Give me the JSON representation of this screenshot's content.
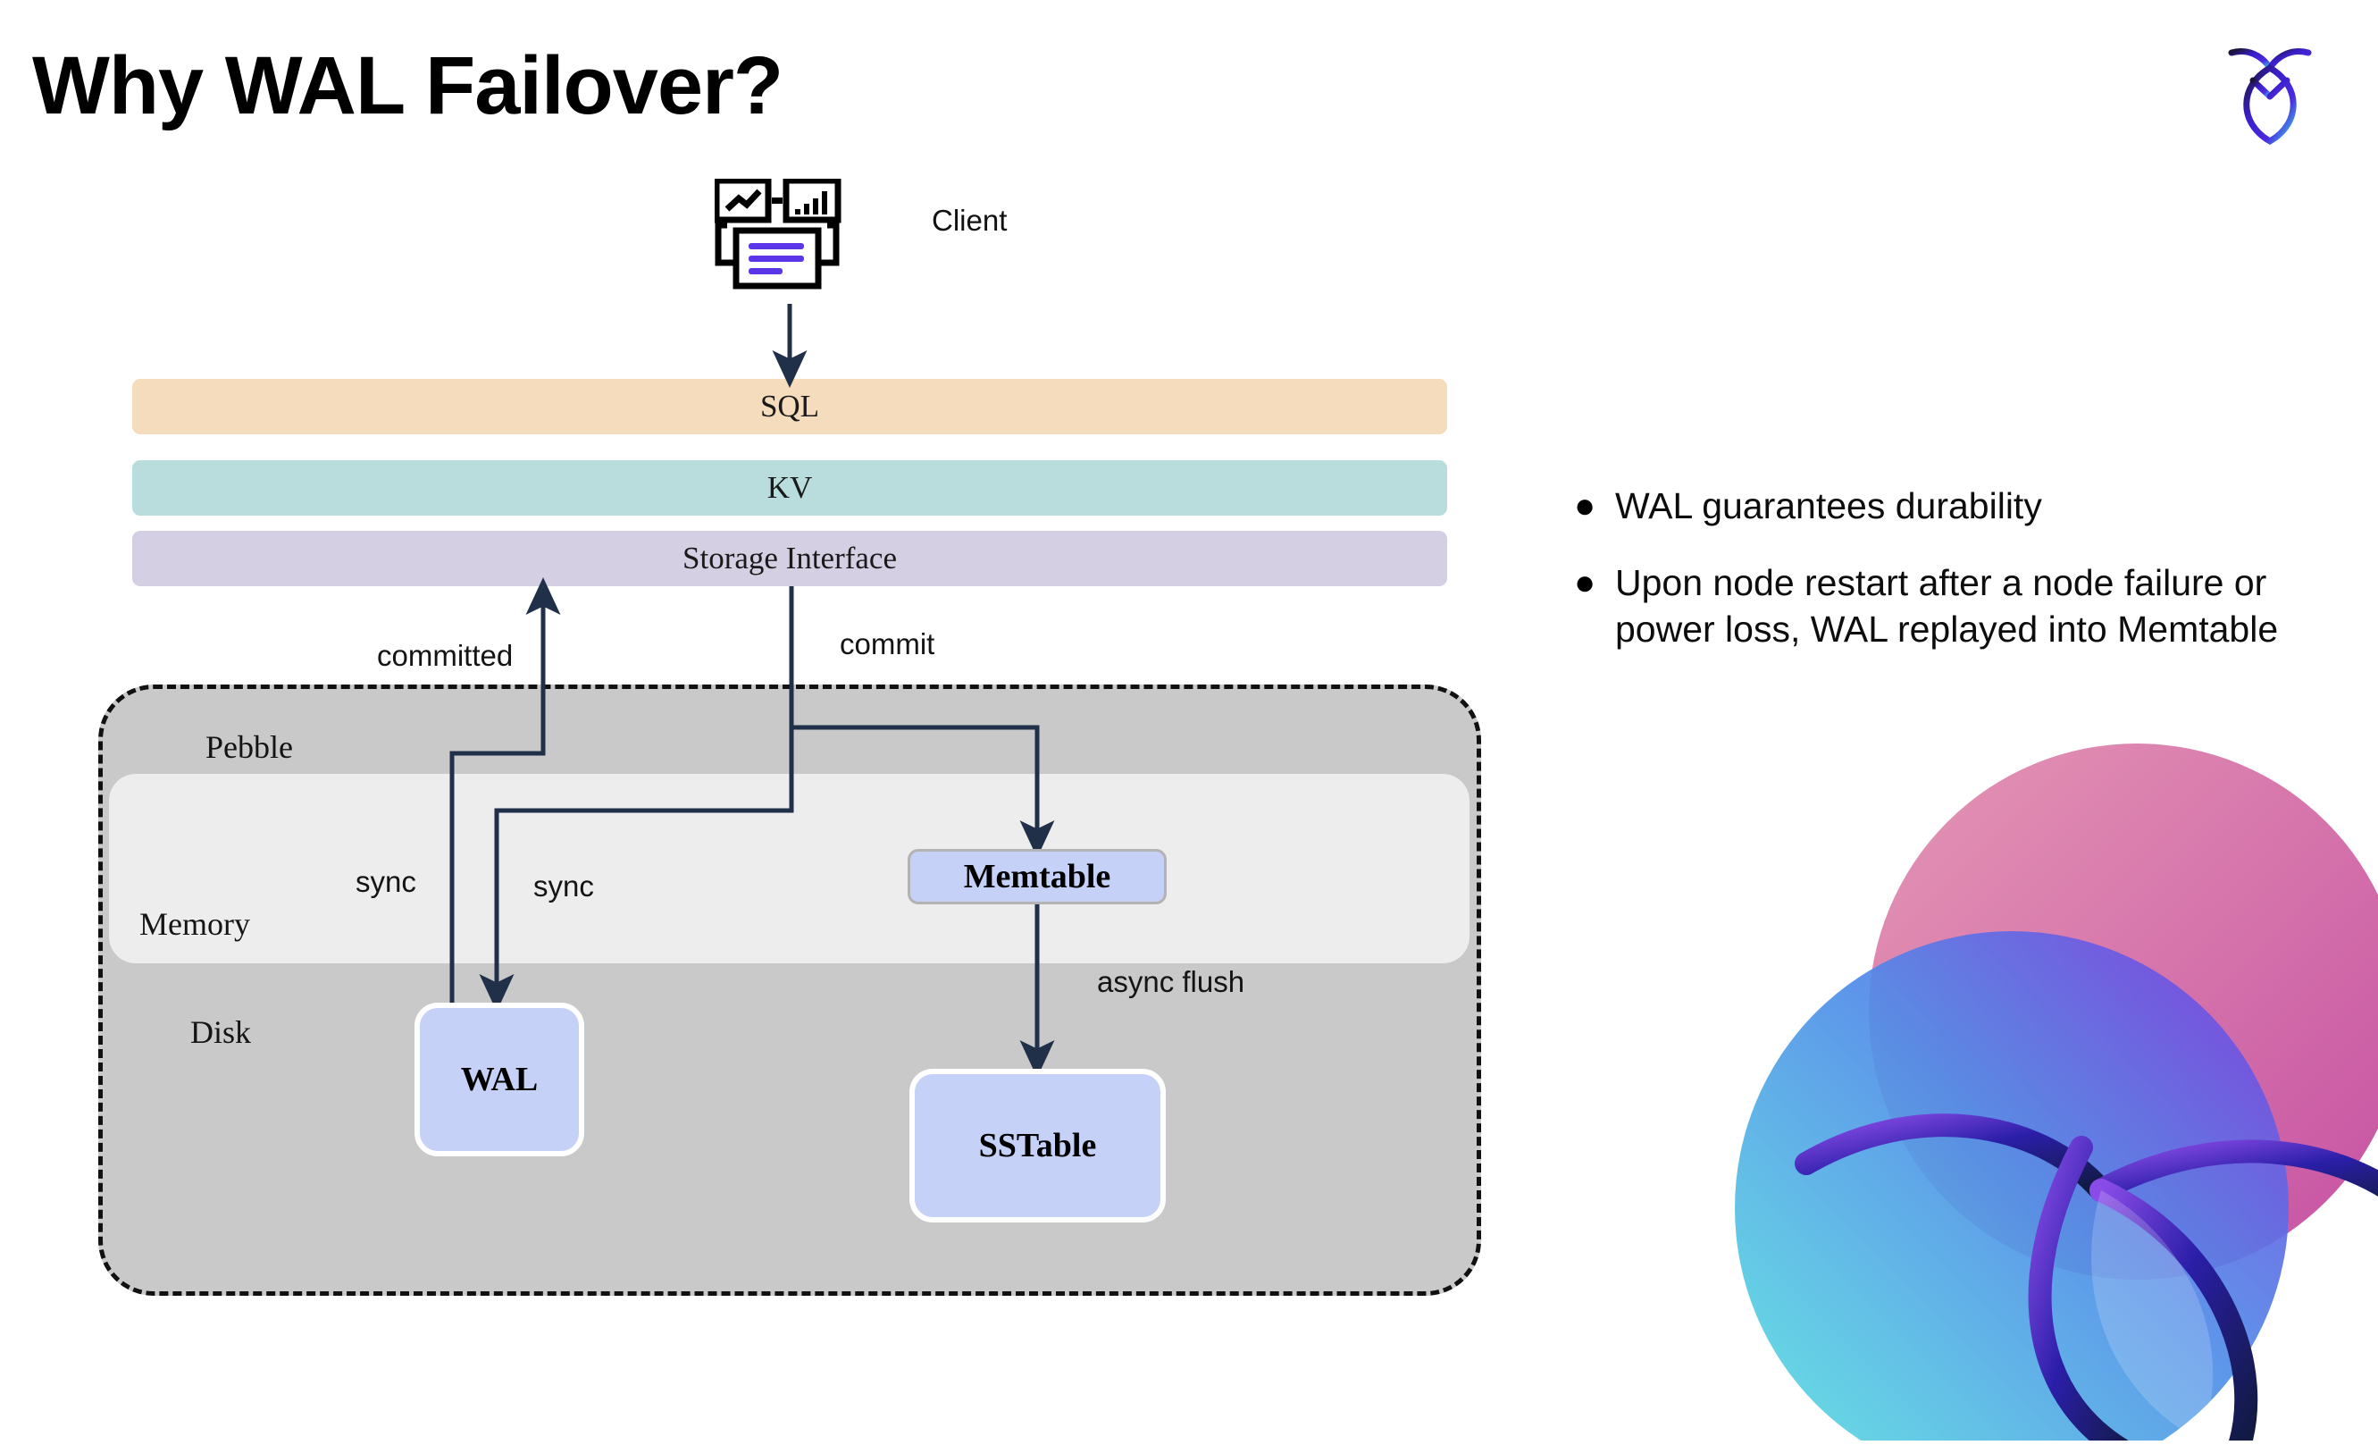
{
  "slide": {
    "title": "Why WAL Failover?",
    "brand_logo_name": "cockroachdb-logo",
    "decorative_mark_name": "cockroachdb-decorative-mark"
  },
  "diagram": {
    "client": {
      "label": "Client",
      "icon": "client-dashboard-icon"
    },
    "layers": [
      {
        "id": "sql",
        "label": "SQL",
        "color": "#f4dcbd"
      },
      {
        "id": "kv",
        "label": "KV",
        "color": "#b9dcdc"
      },
      {
        "id": "storage",
        "label": "Storage Interface",
        "color": "#d5cfe3"
      }
    ],
    "container": {
      "label": "Pebble",
      "fill": "#c9c9c9",
      "border": "#111111"
    },
    "regions": [
      {
        "id": "memory",
        "label": "Memory",
        "color": "#ededed"
      },
      {
        "id": "disk",
        "label": "Disk",
        "color": "#c9c9c9"
      }
    ],
    "nodes": [
      {
        "id": "memtable",
        "label": "Memtable",
        "color": "#c5d1f7"
      },
      {
        "id": "wal",
        "label": "WAL",
        "color": "#c5d1f7"
      },
      {
        "id": "sstable",
        "label": "SSTable",
        "color": "#c5d1f7"
      }
    ],
    "edges": [
      {
        "id": "committed",
        "label": "committed"
      },
      {
        "id": "commit",
        "label": "commit"
      },
      {
        "id": "sync-left",
        "label": "sync"
      },
      {
        "id": "sync-right",
        "label": "sync"
      },
      {
        "id": "async-flush",
        "label": "async flush"
      }
    ],
    "arrow_color": "#203049"
  },
  "bullets": [
    {
      "marker": "●",
      "text": "WAL guarantees durability"
    },
    {
      "marker": "●",
      "text": "Upon node restart after a node failure or power loss, WAL replayed into Memtable"
    }
  ]
}
